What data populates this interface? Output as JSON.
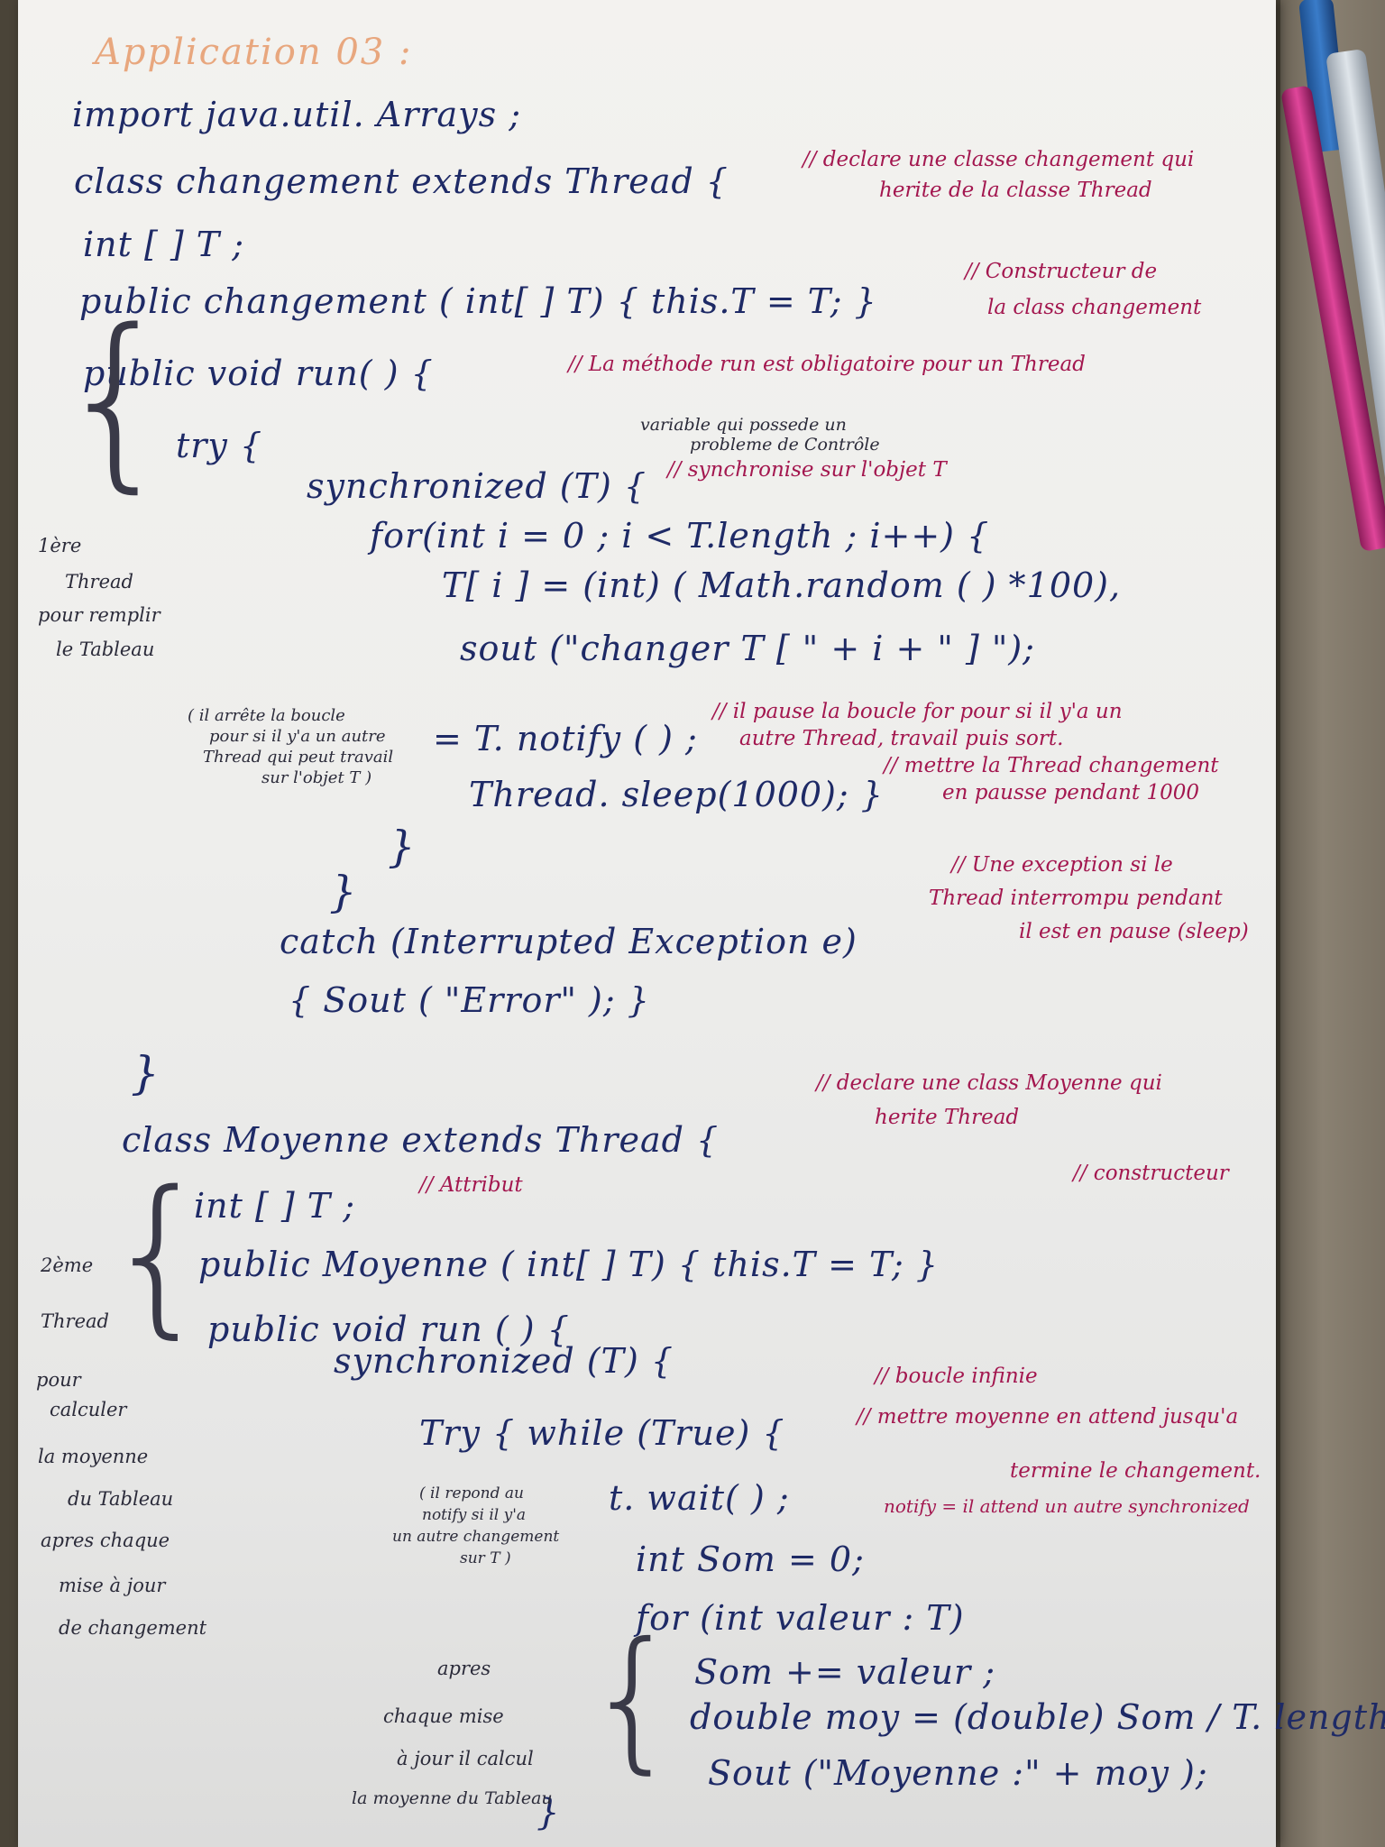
{
  "title": "Application 03 :",
  "lines": {
    "l1": "import java.util. Arrays ;",
    "l2": "class changement extends Thread {",
    "l3": "int [ ] T ;",
    "l4": "public changement ( int[ ] T) { this.T = T; }",
    "l5": "public void run( ) {",
    "l6": "try {",
    "l7": "synchronized (T) {",
    "l8": "for(int i = 0 ; i < T.length ; i++) {",
    "l9": "T[ i ] = (int) ( Math.random ( ) *100),",
    "l10": "sout (\"changer T [ \" + i + \" ] \");",
    "l11": "= T. notify ( ) ;",
    "l12": "Thread. sleep(1000); }",
    "l13": "}",
    "l14": "}",
    "l15": "catch (Interrupted Exception e)",
    "l16": "{ Sout ( \"Error\" ); }",
    "l17": "}",
    "l18": "class Moyenne extends Thread {",
    "l19": "int [ ] T ;",
    "l20": "public Moyenne ( int[ ] T) { this.T = T; }",
    "l21": "public void run ( ) {",
    "l22": "synchronized (T) {",
    "l23": "Try { while (True) {",
    "l24": "t. wait( ) ;",
    "l25": "int Som = 0;",
    "l26": "for (int valeur : T)",
    "l27": "Som += valeur ;",
    "l28": "double moy = (double) Som / T. length ;",
    "l29": "Sout (\"Moyenne :\" + moy );",
    "l30": "}"
  },
  "comments": {
    "c1a": "// declare une classe changement qui",
    "c1b": "herite de la classe Thread",
    "c2a": "// Constructeur de",
    "c2b": "la class changement",
    "c3": "// La méthode run est obligatoire pour un Thread",
    "c4": "// synchronise sur l'objet T",
    "c5a": "// il pause la boucle for pour si il y'a un",
    "c5b": "autre Thread, travail puis sort.",
    "c6a": "// mettre la Thread changement",
    "c6b": "en pausse pendant 1000",
    "c7a": "// Une exception si le",
    "c7b": "Thread interrompu pendant",
    "c7c": "il est en pause (sleep)",
    "c8a": "// declare une class Moyenne qui",
    "c8b": "herite Thread",
    "c9": "// Attribut",
    "c10": "// constructeur",
    "c11": "// boucle infinie",
    "c12a": "// mettre moyenne en attend jusqu'a",
    "c12b": "termine le changement.",
    "c12c": "notify = il attend un autre synchronized"
  },
  "notes": {
    "n1a": "variable qui possede un",
    "n1b": "probleme de Contrôle",
    "n2a": "1ère",
    "n2b": "Thread",
    "n2c": "pour remplir",
    "n2d": "le Tableau",
    "n3a": "( il arrête la boucle",
    "n3b": "pour si il y'a un autre",
    "n3c": "Thread qui peut travail",
    "n3d": "sur l'objet T )",
    "n4a": "2ème",
    "n4b": "Thread",
    "n4c": "pour",
    "n4d": "calculer",
    "n4e": "la moyenne",
    "n4f": "du Tableau",
    "n4g": "apres chaque",
    "n4h": "mise à jour",
    "n4i": "de changement",
    "n5a": "( il repond au",
    "n5b": "notify si il y'a",
    "n5c": "un autre changement",
    "n5d": "sur T )",
    "n6a": "apres",
    "n6b": "chaque mise",
    "n6c": "à jour il calcul",
    "n6d": "la moyenne du Tableau"
  }
}
